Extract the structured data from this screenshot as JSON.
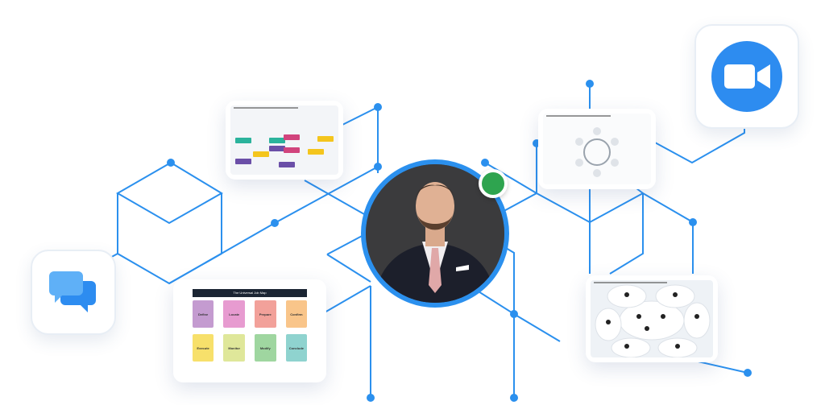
{
  "colors": {
    "line": "#2b90ee",
    "status": "#2ea44f",
    "video": "#2d8cf0",
    "chat": "#4aa3f5"
  },
  "icons": {
    "chat": "chat-bubbles-icon",
    "video": "video-camera-icon"
  },
  "profile": {
    "status": "online"
  },
  "job_map": {
    "title": "The Universal Job Map",
    "steps": [
      {
        "label": "Define",
        "color": "#c49bd0"
      },
      {
        "label": "Locate",
        "color": "#e79bd0"
      },
      {
        "label": "Prepare",
        "color": "#f2a19a"
      },
      {
        "label": "Confirm",
        "color": "#f9c58a"
      },
      {
        "label": "Execute",
        "color": "#f7e06b"
      },
      {
        "label": "Monitor",
        "color": "#dfe79a"
      },
      {
        "label": "Modify",
        "color": "#9fd6a0"
      },
      {
        "label": "Conclude",
        "color": "#8fd3cf"
      }
    ]
  }
}
